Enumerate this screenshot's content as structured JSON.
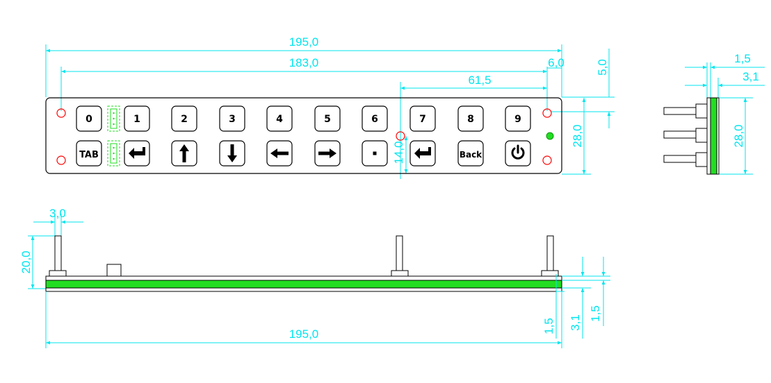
{
  "colors": {
    "dimension": "#00e5ee",
    "outline": "#000000",
    "accent_green": "#22dd22",
    "mount_hole": "#ff0000",
    "background": "#ffffff"
  },
  "front_view": {
    "dimensions": {
      "total_width": "195,0",
      "hole_spacing": "183,0",
      "hole_offset": "6,0",
      "top_offset": "5,0",
      "center_hole_offset": "61,5",
      "center_hole_height": "14,0",
      "height": "28,0"
    },
    "keys_top_row": [
      {
        "label": "0",
        "icon": ""
      },
      {
        "label": "1",
        "icon": ""
      },
      {
        "label": "2",
        "icon": ""
      },
      {
        "label": "3",
        "icon": ""
      },
      {
        "label": "4",
        "icon": ""
      },
      {
        "label": "5",
        "icon": ""
      },
      {
        "label": "6",
        "icon": ""
      },
      {
        "label": "7",
        "icon": ""
      },
      {
        "label": "8",
        "icon": ""
      },
      {
        "label": "9",
        "icon": ""
      }
    ],
    "keys_bottom_row": [
      {
        "label": "TAB",
        "icon": ""
      },
      {
        "label": "",
        "icon": "enter-arrow-icon"
      },
      {
        "label": "",
        "icon": "arrow-up-icon"
      },
      {
        "label": "",
        "icon": "arrow-down-icon"
      },
      {
        "label": "",
        "icon": "arrow-left-icon"
      },
      {
        "label": "",
        "icon": "arrow-right-icon"
      },
      {
        "label": "",
        "icon": "dot-icon"
      },
      {
        "label": "",
        "icon": "enter-arrow-icon"
      },
      {
        "label": "Back",
        "icon": ""
      },
      {
        "label": "",
        "icon": "power-icon"
      }
    ]
  },
  "side_view": {
    "dimensions": {
      "layer_thickness": "1,5",
      "total_thickness": "3,1",
      "height": "28,0"
    }
  },
  "bottom_view": {
    "dimensions": {
      "pin_width": "3,0",
      "pin_height": "20,0",
      "total_width": "195,0",
      "layer_a": "1,5",
      "layer_b": "3,1",
      "layer_c": "1,5"
    }
  }
}
